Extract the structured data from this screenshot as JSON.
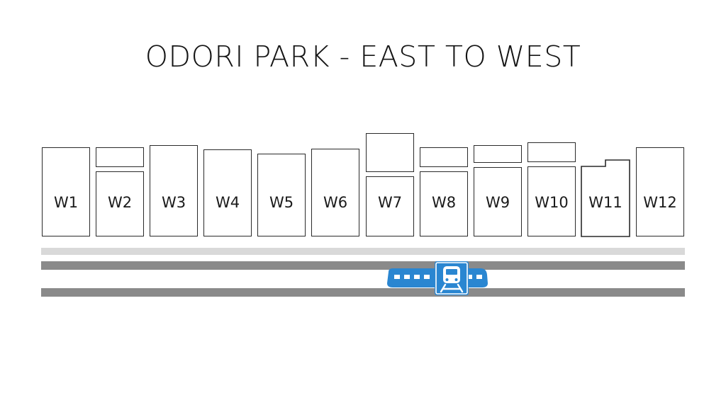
{
  "title": "ODORI PARK - EAST TO WEST",
  "blocks": [
    {
      "label": "W1"
    },
    {
      "label": "W2"
    },
    {
      "label": "W3"
    },
    {
      "label": "W4"
    },
    {
      "label": "W5"
    },
    {
      "label": "W6"
    },
    {
      "label": "W7"
    },
    {
      "label": "W8"
    },
    {
      "label": "W9"
    },
    {
      "label": "W10"
    },
    {
      "label": "W11"
    },
    {
      "label": "W12"
    }
  ],
  "colors": {
    "outline": "#2a2a2a",
    "track_light": "#d9d9d9",
    "track_dark": "#8a8a8a",
    "train": "#2a86d1"
  },
  "icons": {
    "train": "subway-train-icon",
    "station": "metro-station-icon"
  }
}
